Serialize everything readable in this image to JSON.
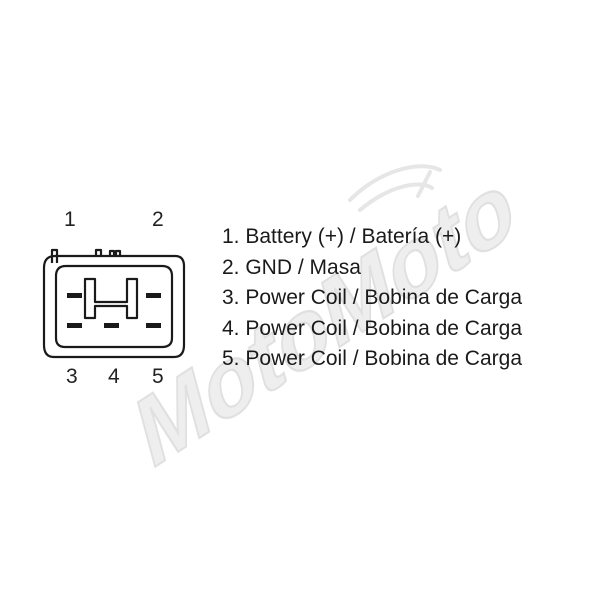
{
  "pin_numbers": {
    "p1": "1",
    "p2": "2",
    "p3": "3",
    "p4": "4",
    "p5": "5"
  },
  "legend": [
    "1. Battery (+) / Batería (+)",
    "2. GND / Masa",
    "3. Power Coil / Bobina de Carga",
    "4. Power Coil / Bobina de Carga",
    "5. Power Coil / Bobina de Carga"
  ],
  "watermark": {
    "text": "MotoMoto",
    "color": "#e4e4e4"
  },
  "colors": {
    "line": "#1a1a1a",
    "background": "#ffffff"
  }
}
